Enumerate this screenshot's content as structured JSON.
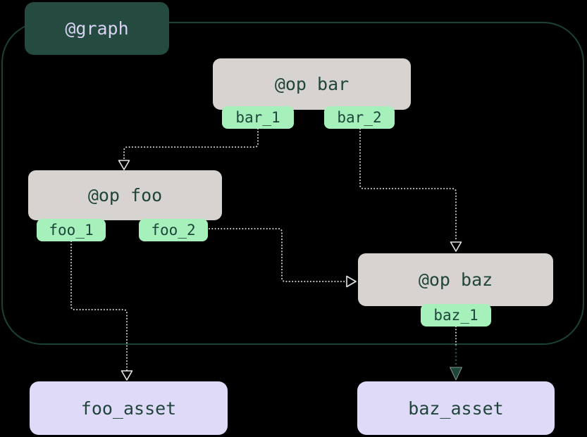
{
  "graph": {
    "label": "@graph"
  },
  "ops": {
    "bar": {
      "title": "@op bar",
      "outputs": [
        "bar_1",
        "bar_2"
      ]
    },
    "foo": {
      "title": "@op foo",
      "outputs": [
        "foo_1",
        "foo_2"
      ]
    },
    "baz": {
      "title": "@op baz",
      "outputs": [
        "baz_1"
      ]
    }
  },
  "assets": {
    "foo": {
      "label": "foo_asset"
    },
    "baz": {
      "label": "baz_asset"
    }
  },
  "edges": [
    {
      "from": "bar_1",
      "to": "@op foo"
    },
    {
      "from": "bar_2",
      "to": "@op baz"
    },
    {
      "from": "foo_2",
      "to": "@op baz"
    },
    {
      "from": "foo_1",
      "to": "foo_asset"
    },
    {
      "from": "baz_1",
      "to": "baz_asset"
    }
  ],
  "colors": {
    "background": "#000000",
    "graph_border": "#1c4237",
    "graph_label_bg": "#254b41",
    "graph_label_text": "#d8d2f2",
    "op_node_bg": "#d6d3d0",
    "output_tag_bg": "#a6f1bb",
    "asset_bg": "#dedaf7",
    "node_text": "#21453b",
    "edge_dotted": "#d8d8d8",
    "edge_teal": "#2a5446"
  }
}
